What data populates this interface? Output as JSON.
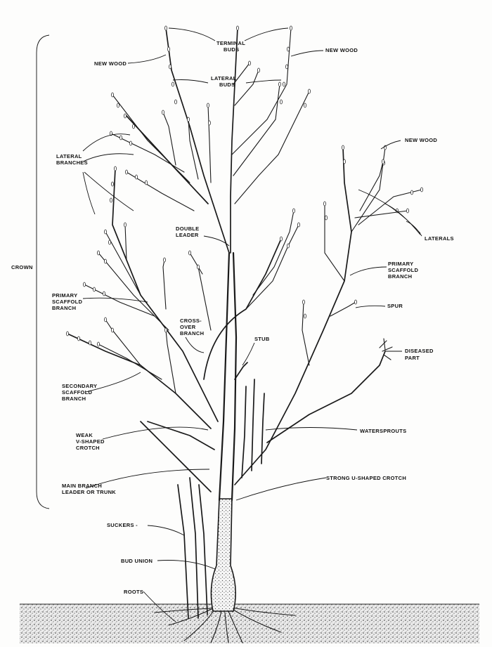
{
  "diagram": {
    "labels": {
      "terminal_buds": [
        "TERMINAL",
        "BUDS"
      ],
      "new_wood_top_left": "NEW WOOD",
      "new_wood_top_right": "NEW WOOD",
      "lateral_buds": [
        "LATERAL",
        "BUDS"
      ],
      "new_wood_right": "NEW WOOD",
      "lateral_branches": [
        "LATERAL",
        "BRANCHES"
      ],
      "laterals": "LATERALS",
      "double_leader": [
        "DOUBLE",
        "LEADER"
      ],
      "crown": "CROWN",
      "primary_scaffold_right": [
        "PRIMARY",
        "SCAFFOLD",
        "BRANCH"
      ],
      "primary_scaffold_left": [
        "PRIMARY",
        "SCAFFOLD",
        "BRANCH"
      ],
      "spur": "SPUR",
      "cross_over_branch": [
        "CROSS-",
        "OVER",
        "BRANCH"
      ],
      "stub": "STUB",
      "diseased_part": [
        "DISEASED",
        "PART"
      ],
      "secondary_scaffold": [
        "SECONDARY",
        "SCAFFOLD",
        "BRANCH"
      ],
      "weak_crotch": [
        "WEAK",
        "V-SHAPED",
        "CROTCH"
      ],
      "watersprouts": "WATERSPROUTS",
      "strong_crotch": "STRONG U-SHAPED CROTCH",
      "main_branch": [
        "MAIN BRANCH",
        "LEADER OR TRUNK"
      ],
      "suckers": "SUCKERS -",
      "bud_union": "BUD UNION",
      "roots": "ROOTS"
    }
  }
}
